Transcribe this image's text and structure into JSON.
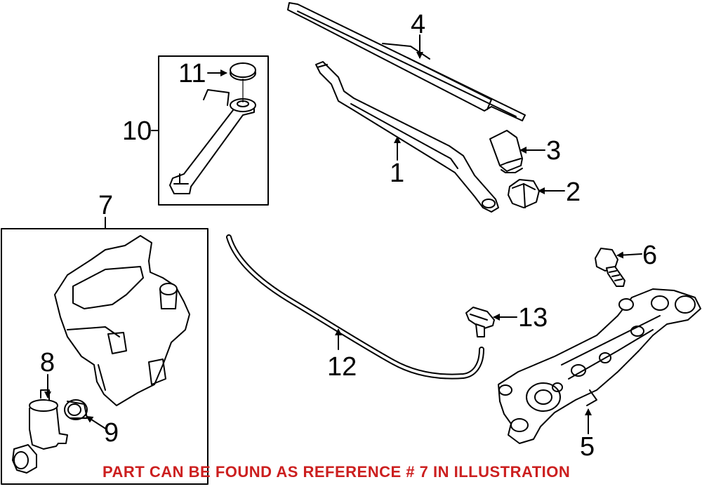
{
  "diagram": {
    "callouts": {
      "c1": "1",
      "c2": "2",
      "c3": "3",
      "c4": "4",
      "c5": "5",
      "c6": "6",
      "c7": "7",
      "c8": "8",
      "c9": "9",
      "c10": "10",
      "c11": "11",
      "c12": "12",
      "c13": "13"
    },
    "footer_note": "PART CAN BE FOUND AS REFERENCE # 7 IN ILLUSTRATION",
    "colors": {
      "line": "#000000",
      "background": "#ffffff",
      "note": "#cc1f1f"
    }
  }
}
